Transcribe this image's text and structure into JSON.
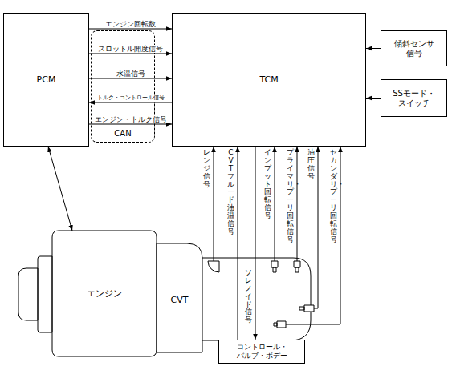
{
  "diagram": {
    "nodes": [
      {
        "text": [
          "PCM"
        ]
      },
      {
        "text": [
          "TCM"
        ]
      },
      {
        "text": [
          "傾斜センサ 信号"
        ]
      },
      {
        "text": [
          "SSモード・ スイッチ"
        ]
      },
      {
        "text": [
          "CAN"
        ]
      },
      {
        "text": [
          "エンジン"
        ]
      },
      {
        "text": [
          "CVT"
        ]
      },
      {
        "text": [
          "コントロール・ バルブ・ボデー"
        ]
      }
    ],
    "edges": [
      {
        "from": 0,
        "to": 1,
        "arrow": "to",
        "label": "エンジン回転数"
      },
      {
        "from": 0,
        "to": 1,
        "arrow": "to",
        "label": "スロットル開度信号"
      },
      {
        "from": 0,
        "to": 1,
        "arrow": "to",
        "label": "水温信号"
      },
      {
        "from": 1,
        "to": 0,
        "arrow": "to",
        "label": "トルク・コントロール信号"
      },
      {
        "from": 0,
        "to": 1,
        "arrow": "to",
        "label": "エンジン・トルク信号"
      },
      {
        "from": 2,
        "to": 1,
        "arrow": "to"
      },
      {
        "from": 3,
        "to": 1,
        "arrow": "to"
      },
      {
        "from": 0,
        "to": 5,
        "arrow": "both"
      },
      {
        "from": 6,
        "to": 1,
        "arrow": "to",
        "label": "レンジ信号"
      },
      {
        "from": 7,
        "to": 1,
        "arrow": "to",
        "label": "CVTフルード油温信号"
      },
      {
        "from": 1,
        "to": 7,
        "arrow": "to",
        "label": "ソレノイド信号"
      },
      {
        "from": 6,
        "to": 1,
        "arrow": "to",
        "label": "インプット回転信号"
      },
      {
        "from": 6,
        "to": 1,
        "arrow": "to",
        "label": "プライマリ・プーリ回転信号"
      },
      {
        "from": 6,
        "to": 1,
        "arrow": "to",
        "label": "油圧信号"
      },
      {
        "from": 6,
        "to": 1,
        "arrow": "to",
        "label": "セカンダリ・プーリ回転信号"
      }
    ]
  }
}
